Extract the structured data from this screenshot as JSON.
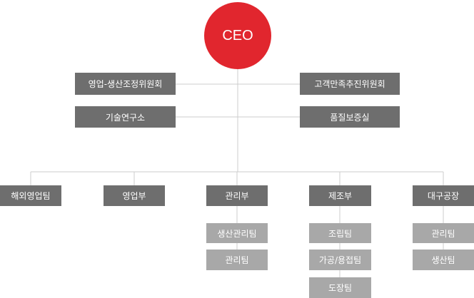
{
  "ceo": "CEO",
  "committees": {
    "left": [
      "영업-생산조정위원회",
      "기술연구소"
    ],
    "right": [
      "고객만족추진위원회",
      "품질보증실"
    ]
  },
  "departments": [
    {
      "label": "해외영업팀",
      "teams": []
    },
    {
      "label": "영업부",
      "teams": []
    },
    {
      "label": "관리부",
      "teams": [
        "생산관리팀",
        "관리팀"
      ]
    },
    {
      "label": "제조부",
      "teams": [
        "조립팀",
        "가공/용접팀",
        "도장팀"
      ]
    },
    {
      "label": "대구공장",
      "teams": [
        "관리팀",
        "생산팀"
      ]
    }
  ],
  "colors": {
    "ceo": "#e1262e",
    "primary_box": "#6e6e6e",
    "secondary_box": "#a8a8a8",
    "line": "#cccccc"
  }
}
